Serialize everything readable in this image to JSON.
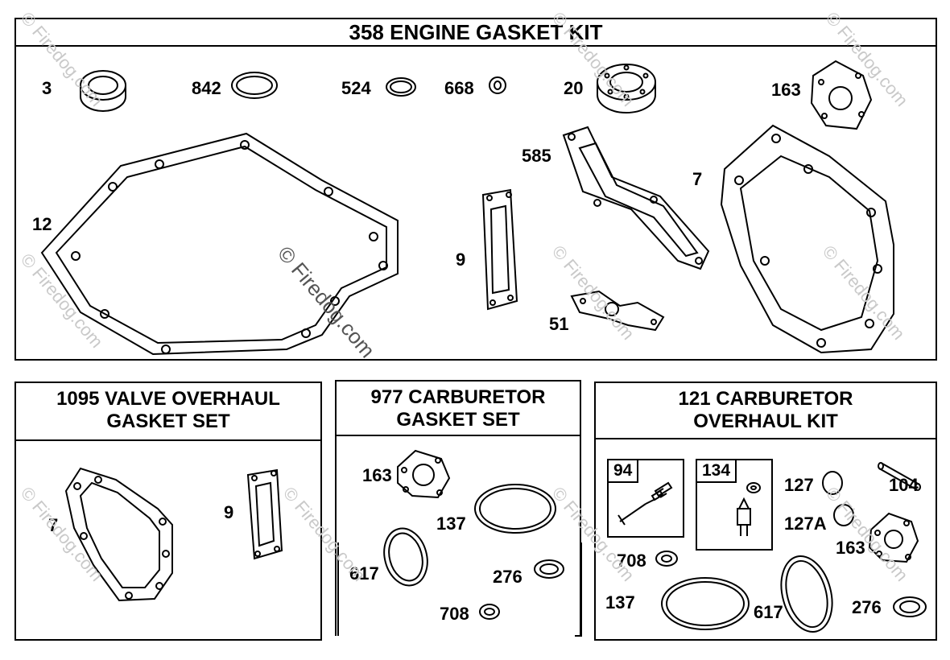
{
  "watermark": "© Firedog.com",
  "engine_kit": {
    "title": "358 ENGINE GASKET KIT",
    "callouts": [
      "3",
      "842",
      "524",
      "668",
      "20",
      "163",
      "585",
      "7",
      "12",
      "9",
      "51"
    ]
  },
  "valve_set": {
    "title_line1": "1095 VALVE OVERHAUL",
    "title_line2": "GASKET SET",
    "callouts": [
      "7",
      "9"
    ]
  },
  "carb_gasket_set": {
    "title_line1": "977 CARBURETOR",
    "title_line2": "GASKET SET",
    "callouts": [
      "163",
      "137",
      "617",
      "276",
      "708"
    ]
  },
  "carb_overhaul_kit": {
    "title_line1": "121 CARBURETOR",
    "title_line2": "OVERHAUL KIT",
    "subbox_94": "94",
    "subbox_134": "134",
    "callouts": [
      "127",
      "104",
      "127A",
      "163",
      "708",
      "137",
      "617",
      "276"
    ]
  }
}
